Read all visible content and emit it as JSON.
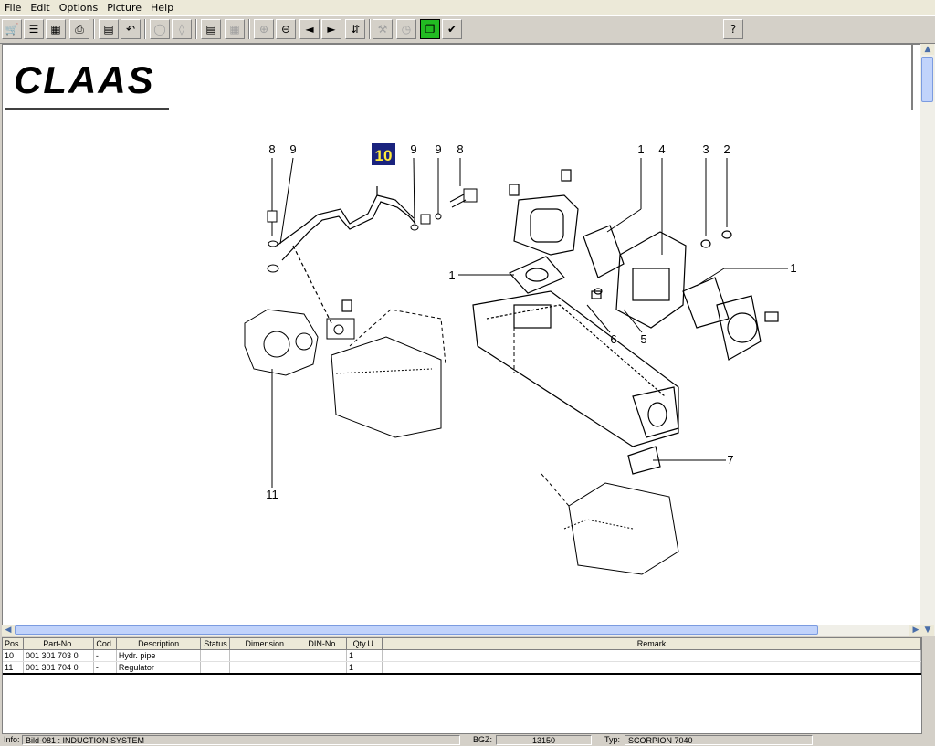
{
  "menu": {
    "file": "File",
    "edit": "Edit",
    "options": "Options",
    "picture": "Picture",
    "help": "Help"
  },
  "toolbar": {
    "help_label": "?"
  },
  "drawing": {
    "logo_text": "CLAAS",
    "highlighted_callout": "10",
    "callouts": {
      "c8a": "8",
      "c9a": "9",
      "c9b": "9",
      "c9c": "9",
      "c8b": "8",
      "c1a": "1",
      "c4": "4",
      "c3": "3",
      "c2": "2",
      "c1b": "1",
      "c1c": "1",
      "c6": "6",
      "c5": "5",
      "c7": "7",
      "c11": "11"
    }
  },
  "parts_table": {
    "headers": {
      "pos": "Pos.",
      "part_no": "Part-No.",
      "cod": "Cod.",
      "description": "Description",
      "status": "Status",
      "dimension": "Dimension",
      "din_no": "DIN-No.",
      "qty": "Qty.U.",
      "remark": "Remark"
    },
    "rows": [
      {
        "pos": "10",
        "part_no": "001 301 703 0",
        "cod": "-",
        "description": "Hydr. pipe",
        "status": "",
        "dimension": "",
        "din_no": "",
        "qty": "1",
        "remark": ""
      },
      {
        "pos": "11",
        "part_no": "001 301 704 0",
        "cod": "-",
        "description": "Regulator",
        "status": "",
        "dimension": "",
        "din_no": "",
        "qty": "1",
        "remark": ""
      }
    ]
  },
  "status": {
    "info_label": "Info:",
    "info_value": "Bild-081 : INDUCTION SYSTEM",
    "bgz_label": "BGZ:",
    "bgz_value": "13150",
    "typ_label": "Typ:",
    "typ_value": "SCORPION 7040"
  }
}
